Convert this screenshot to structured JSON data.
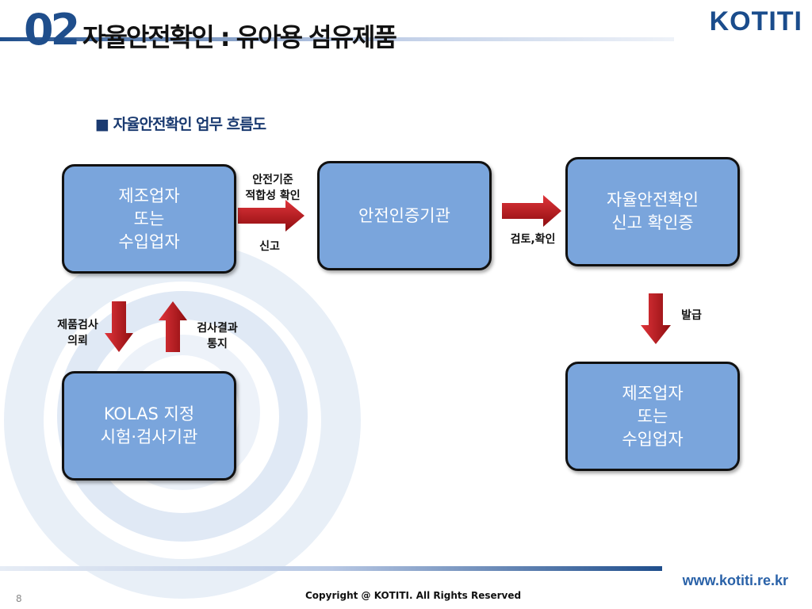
{
  "header": {
    "number": "02",
    "title": "자율안전확인 : 유아용 섬유제품",
    "logo": "KOTITI"
  },
  "section": {
    "title": "■ 자율안전확인 업무 흐름도"
  },
  "boxes": {
    "manufacturer_top": "제조업자\n또는\n수입업자",
    "cert_agency": "안전인증기관",
    "confirmation": "자율안전확인\n신고 확인증",
    "kolas": "KOLAS 지정\n시험·검사기관",
    "manufacturer_bottom": "제조업자\n또는\n수입업자"
  },
  "labels": {
    "safety_standard": "안전기준\n적합성 확인",
    "report": "신고",
    "review": "검토,확인",
    "issue": "발급",
    "test_request": "제품검사\n의뢰",
    "test_result": "검사결과\n통지"
  },
  "footer": {
    "url": "www.kotiti.re.kr",
    "copyright": "Copyright @ KOTITI. All Rights Reserved",
    "page": "8"
  },
  "colors": {
    "box": "#7aa5dc",
    "arrow": "#c0161c",
    "brand": "#1a4c8c"
  }
}
